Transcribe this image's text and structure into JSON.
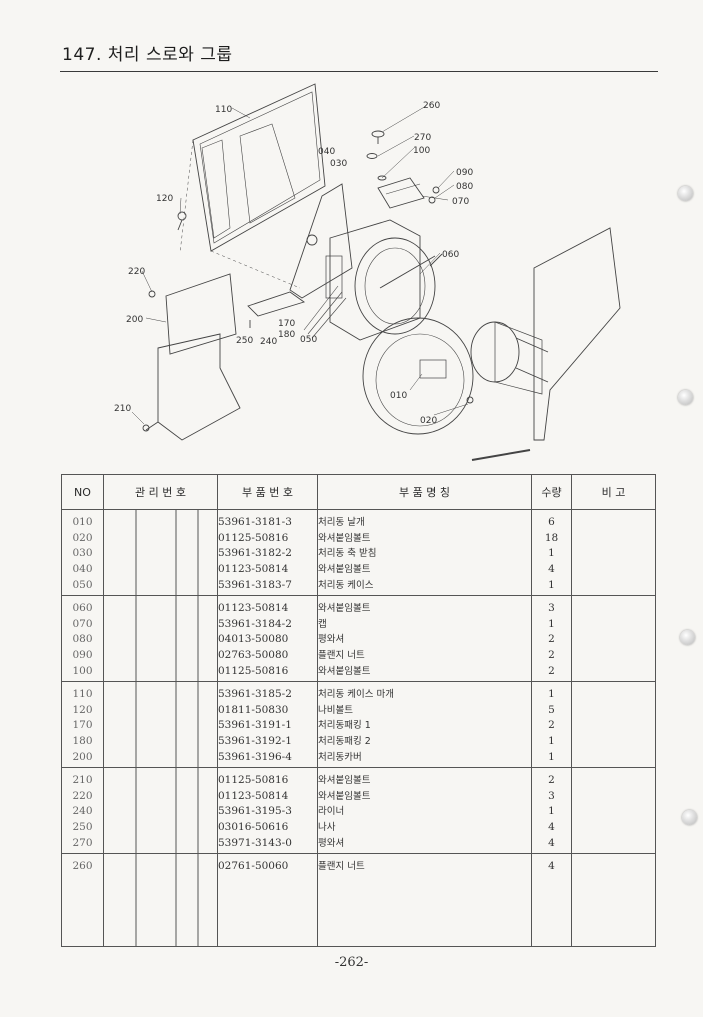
{
  "header": {
    "title": "147. 처리 스로와 그룹"
  },
  "diagram": {
    "callouts": [
      "110",
      "260",
      "270",
      "100",
      "040",
      "030",
      "090",
      "080",
      "070",
      "120",
      "060",
      "220",
      "200",
      "170",
      "180",
      "250",
      "240",
      "050",
      "010",
      "020",
      "210"
    ]
  },
  "table": {
    "headers": {
      "no": "NO",
      "mgmt": "관 리 번 호",
      "part_no": "부 품 번 호",
      "name": "부 품 명 칭",
      "qty": "수량",
      "remarks": "비 고"
    },
    "groups": [
      {
        "rows": [
          {
            "no": "010",
            "part_no": "53961-3181-3",
            "name": "처리동 날개",
            "qty": "6"
          },
          {
            "no": "020",
            "part_no": "01125-50816",
            "name": "와셔붙임볼트",
            "qty": "18"
          },
          {
            "no": "030",
            "part_no": "53961-3182-2",
            "name": "처리동 축 받침",
            "qty": "1"
          },
          {
            "no": "040",
            "part_no": "01123-50814",
            "name": "와셔붙임볼트",
            "qty": "4"
          },
          {
            "no": "050",
            "part_no": "53961-3183-7",
            "name": "처리동 케이스",
            "qty": "1"
          }
        ]
      },
      {
        "rows": [
          {
            "no": "060",
            "part_no": "01123-50814",
            "name": "와셔붙임볼트",
            "qty": "3"
          },
          {
            "no": "070",
            "part_no": "53961-3184-2",
            "name": "캡",
            "qty": "1"
          },
          {
            "no": "080",
            "part_no": "04013-50080",
            "name": "평와셔",
            "qty": "2"
          },
          {
            "no": "090",
            "part_no": "02763-50080",
            "name": "플랜지 너트",
            "qty": "2"
          },
          {
            "no": "100",
            "part_no": "01125-50816",
            "name": "와셔붙임볼트",
            "qty": "2"
          }
        ]
      },
      {
        "rows": [
          {
            "no": "110",
            "part_no": "53961-3185-2",
            "name": "처리동 케이스 마개",
            "qty": "1"
          },
          {
            "no": "120",
            "part_no": "01811-50830",
            "name": "나비볼트",
            "qty": "5"
          },
          {
            "no": "170",
            "part_no": "53961-3191-1",
            "name": "처리동패킹 1",
            "qty": "2"
          },
          {
            "no": "180",
            "part_no": "53961-3192-1",
            "name": "처리동패킹 2",
            "qty": "1"
          },
          {
            "no": "200",
            "part_no": "53961-3196-4",
            "name": "처리동카버",
            "qty": "1"
          }
        ]
      },
      {
        "rows": [
          {
            "no": "210",
            "part_no": "01125-50816",
            "name": "와셔붙임볼트",
            "qty": "2"
          },
          {
            "no": "220",
            "part_no": "01123-50814",
            "name": "와셔붙임볼트",
            "qty": "3"
          },
          {
            "no": "240",
            "part_no": "53961-3195-3",
            "name": "라이너",
            "qty": "1"
          },
          {
            "no": "250",
            "part_no": "03016-50616",
            "name": "나사",
            "qty": "4"
          },
          {
            "no": "270",
            "part_no": "53971-3143-0",
            "name": "평와셔",
            "qty": "4"
          }
        ]
      },
      {
        "rows": [
          {
            "no": "260",
            "part_no": "02761-50060",
            "name": "플랜지 너트",
            "qty": "4"
          }
        ]
      }
    ]
  },
  "footer": {
    "page": "-262-"
  }
}
